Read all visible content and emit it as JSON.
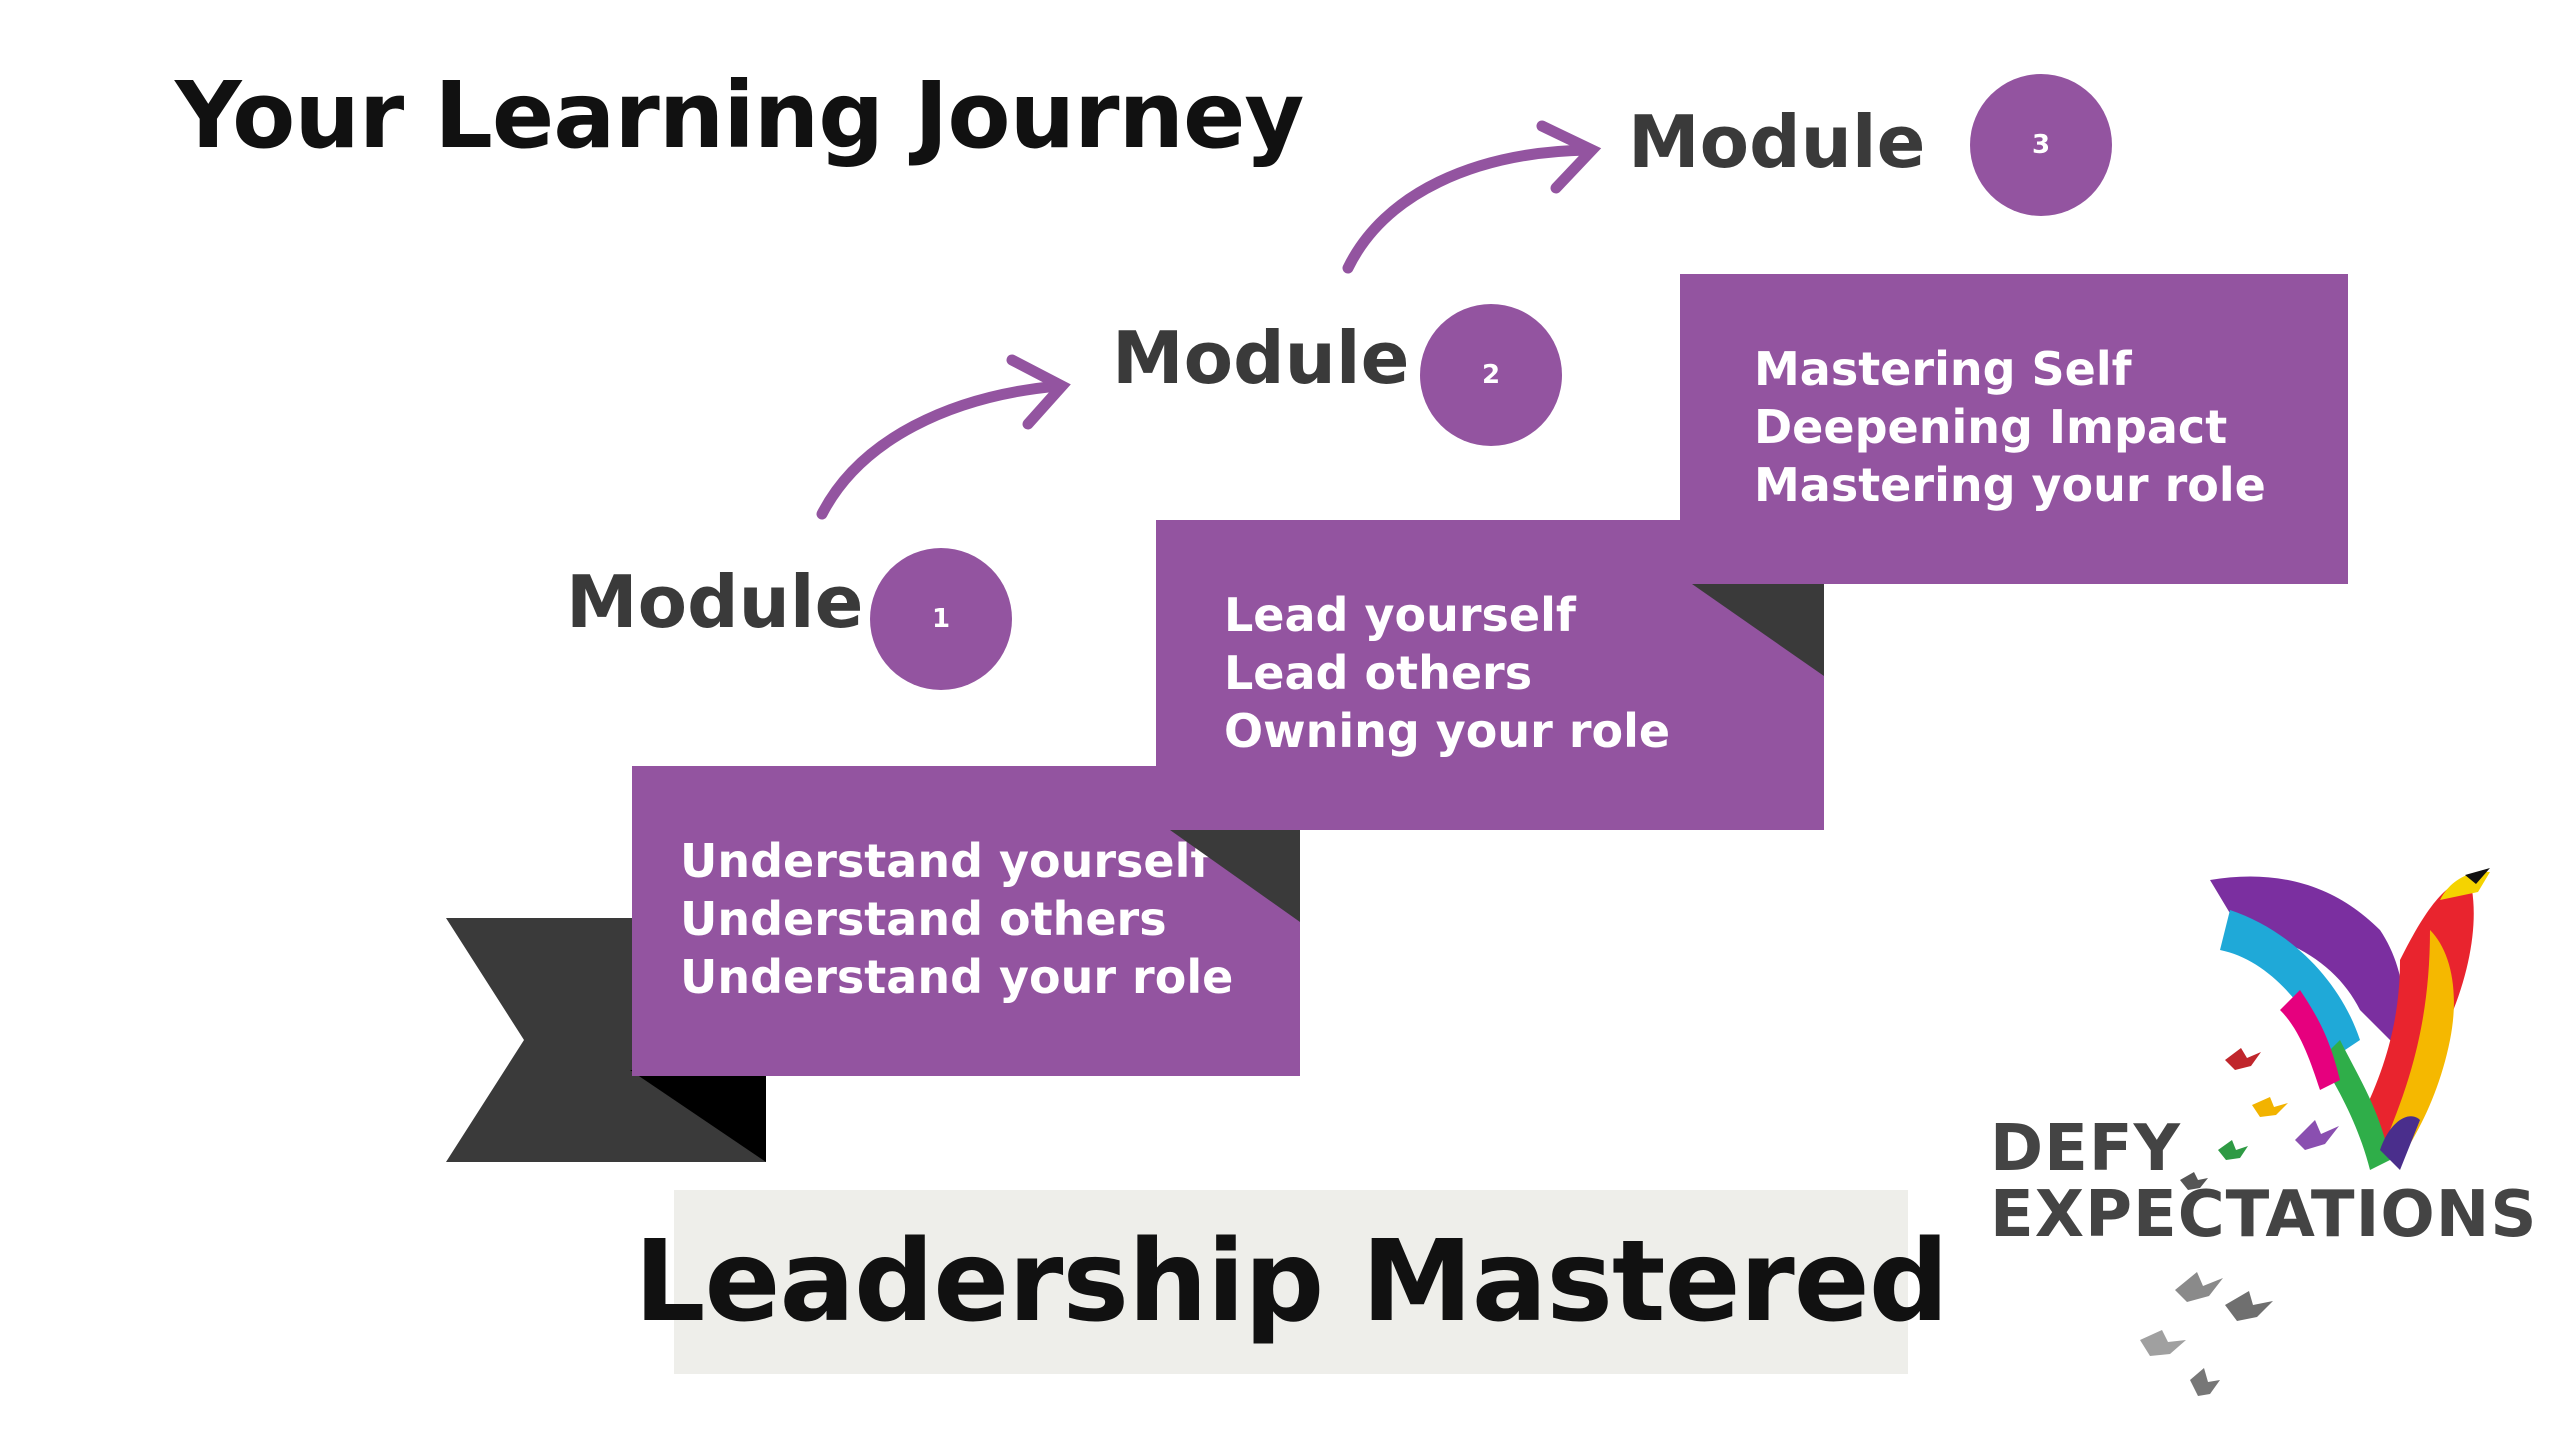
{
  "title": "Your Learning Journey",
  "modules": [
    {
      "label": "Module",
      "number": "1",
      "lines": [
        "Understand yourself",
        "Understand others",
        "Understand your role"
      ]
    },
    {
      "label": "Module",
      "number": "2",
      "lines": [
        "Lead yourself",
        "Lead others",
        "Owning your role"
      ]
    },
    {
      "label": "Module",
      "number": "3",
      "lines": [
        "Mastering Self",
        "Deepening Impact",
        "Mastering your role"
      ]
    }
  ],
  "tagline": "Leadership Mastered",
  "logo": {
    "line1": "DEFY",
    "line2": "EXPECTATIONS"
  },
  "colors": {
    "accent": "#9354a0",
    "dark": "#3a3a3a",
    "black": "#111111",
    "tagline_bg": "#eeeeea"
  },
  "icons": [
    "arrow-curved-icon",
    "phoenix-bird-icon",
    "flying-birds-icon"
  ]
}
